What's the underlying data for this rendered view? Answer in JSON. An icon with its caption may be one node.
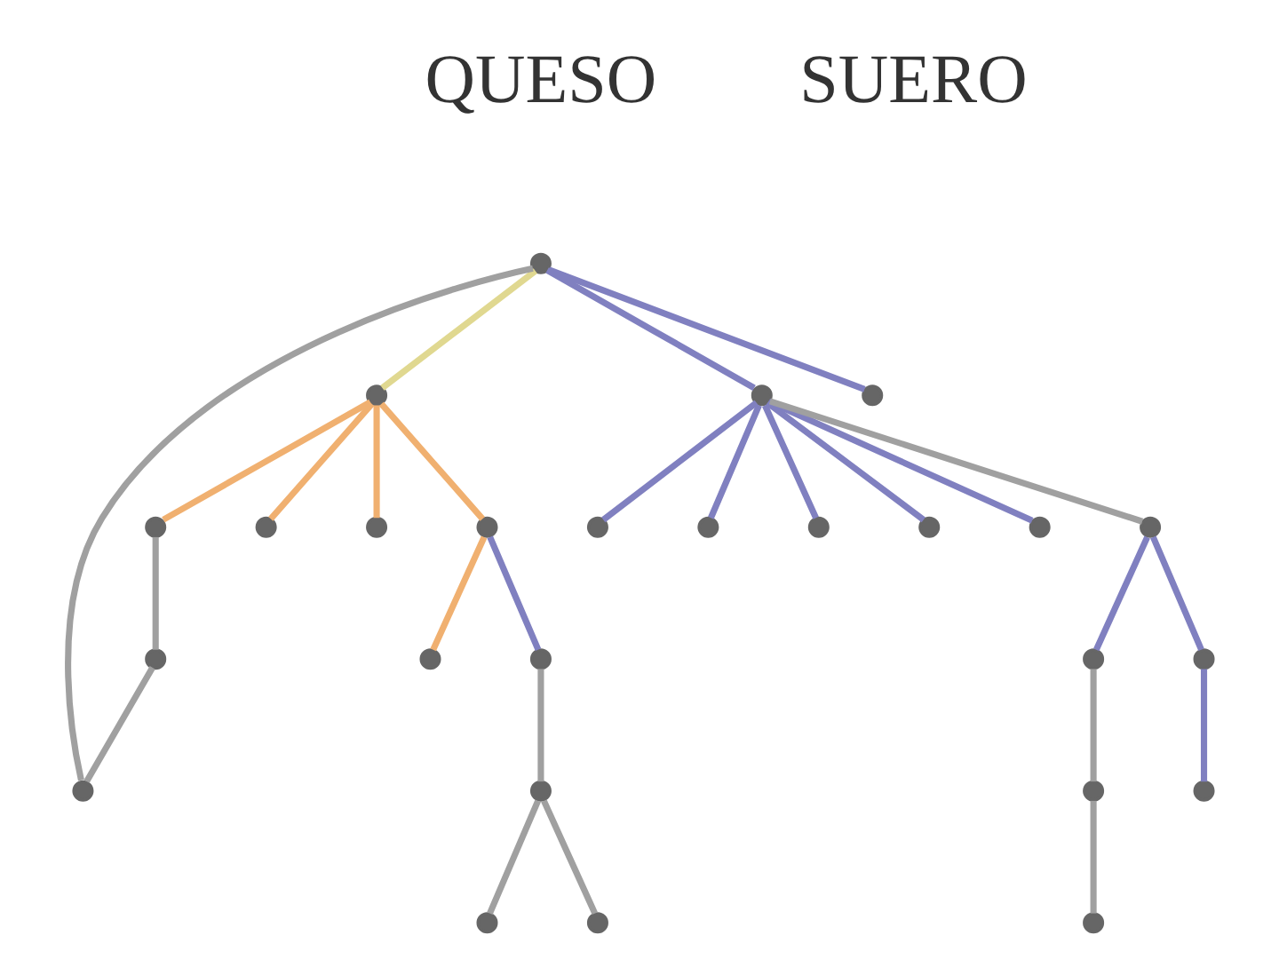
{
  "diagram": {
    "nodes": [
      {
        "text": [],
        "shape": "point"
      },
      {
        "text": [],
        "shape": "point"
      },
      {
        "text": [],
        "shape": "point"
      },
      {
        "text": [],
        "shape": "point"
      },
      {
        "text": [],
        "shape": "point"
      },
      {
        "text": [],
        "shape": "point"
      },
      {
        "text": [],
        "shape": "point"
      },
      {
        "text": [],
        "shape": "point"
      },
      {
        "text": [],
        "shape": "point"
      },
      {
        "text": [],
        "shape": "point"
      },
      {
        "text": [],
        "shape": "point"
      },
      {
        "text": [],
        "shape": "point"
      },
      {
        "text": [],
        "shape": "point"
      },
      {
        "text": [],
        "shape": "point"
      },
      {
        "text": [],
        "shape": "point"
      },
      {
        "text": [],
        "shape": "point"
      },
      {
        "text": [],
        "shape": "point"
      },
      {
        "text": [],
        "shape": "point"
      },
      {
        "text": [],
        "shape": "point"
      },
      {
        "text": [],
        "shape": "point"
      },
      {
        "text": [],
        "shape": "point"
      },
      {
        "text": [],
        "shape": "point"
      },
      {
        "text": [],
        "shape": "point"
      },
      {
        "text": [],
        "shape": "point"
      },
      {
        "text": [],
        "shape": "point"
      },
      {
        "text": [],
        "shape": "point"
      }
    ],
    "edges": [
      {
        "from": 0,
        "to": 1,
        "arrow": "none",
        "color": "#e0d890"
      },
      {
        "from": 0,
        "to": 2,
        "arrow": "none",
        "color": "#8080c0"
      },
      {
        "from": 0,
        "to": 3,
        "arrow": "none",
        "color": "#8080c0"
      },
      {
        "from": 0,
        "to": 19,
        "arrow": "none"
      },
      {
        "from": 1,
        "to": 4,
        "arrow": "none",
        "color": "#f0b070"
      },
      {
        "from": 1,
        "to": 5,
        "arrow": "none",
        "color": "#f0b070"
      },
      {
        "from": 1,
        "to": 6,
        "arrow": "none",
        "color": "#f0b070"
      },
      {
        "from": 1,
        "to": 7,
        "arrow": "none",
        "color": "#f0b070"
      },
      {
        "from": 2,
        "to": 8,
        "arrow": "none",
        "color": "#8080c0"
      },
      {
        "from": 2,
        "to": 9,
        "arrow": "none",
        "color": "#8080c0"
      },
      {
        "from": 2,
        "to": 10,
        "arrow": "none",
        "color": "#8080c0"
      },
      {
        "from": 2,
        "to": 11,
        "arrow": "none",
        "color": "#8080c0"
      },
      {
        "from": 2,
        "to": 12,
        "arrow": "none",
        "color": "#8080c0"
      },
      {
        "from": 2,
        "to": 20,
        "arrow": "none"
      },
      {
        "from": 7,
        "to": 13,
        "arrow": "none",
        "color": "#f0b070"
      },
      {
        "from": 7,
        "to": 14,
        "arrow": "none",
        "color": "#8080c0"
      },
      {
        "from": 14,
        "to": 15,
        "arrow": "none"
      },
      {
        "from": 15,
        "to": 16,
        "arrow": "none"
      },
      {
        "from": 15,
        "to": 17,
        "arrow": "none"
      },
      {
        "from": 4,
        "to": 18,
        "arrow": "none"
      },
      {
        "from": 18,
        "to": 19,
        "arrow": "none"
      },
      {
        "from": 20,
        "to": 21,
        "arrow": "none",
        "color": "#8080c0"
      },
      {
        "from": 20,
        "to": 22,
        "arrow": "none",
        "color": "#8080c0"
      },
      {
        "from": 21,
        "to": 23,
        "arrow": "none"
      },
      {
        "from": 23,
        "to": 24,
        "arrow": "none"
      },
      {
        "from": 22,
        "to": 25,
        "arrow": "none",
        "color": "#8080c0"
      }
    ],
    "labels": [
      "QUESO",
      "SUERO"
    ]
  }
}
